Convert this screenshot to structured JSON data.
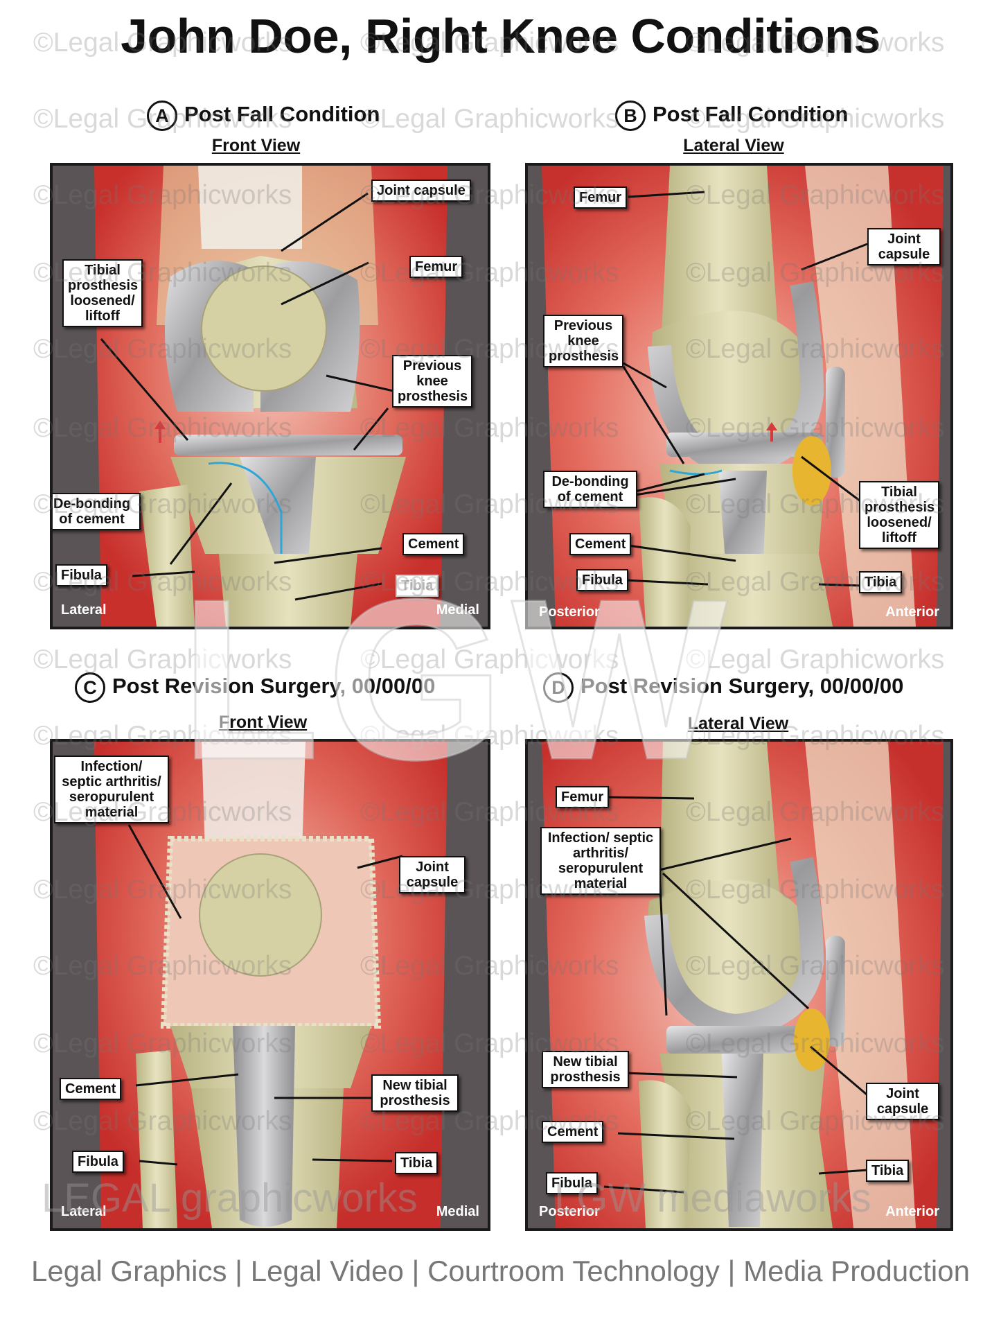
{
  "title": "John Doe, Right Knee Conditions",
  "panels": {
    "a": {
      "letter": "A",
      "title": "Post Fall Condition",
      "view": "Front View",
      "labels": {
        "joint_capsule": "Joint capsule",
        "femur": "Femur",
        "tibial_prosthesis": "Tibial prosthesis loosened/ liftoff",
        "previous_prosthesis": "Previous knee prosthesis",
        "debonding": "De-bonding of cement",
        "cement": "Cement",
        "fibula": "Fibula",
        "tibia": "Tibia"
      },
      "corners": {
        "left": "Lateral",
        "right": "Medial"
      }
    },
    "b": {
      "letter": "B",
      "title": "Post Fall Condition",
      "view": "Lateral View",
      "labels": {
        "femur": "Femur",
        "joint_capsule": "Joint capsule",
        "previous_prosthesis": "Previous knee prosthesis",
        "debonding": "De-bonding of cement",
        "tibial_prosthesis": "Tibial prosthesis loosened/ liftoff",
        "cement": "Cement",
        "fibula": "Fibula",
        "tibia": "Tibia"
      },
      "corners": {
        "left": "Posterior",
        "right": "Anterior"
      }
    },
    "c": {
      "letter": "C",
      "title": "Post Revision Surgery, 00/00/00",
      "view": "Front View",
      "labels": {
        "infection": "Infection/ septic arthritis/ seropurulent material",
        "joint_capsule": "Joint capsule",
        "cement": "Cement",
        "new_tibial": "New tibial prosthesis",
        "fibula": "Fibula",
        "tibia": "Tibia"
      },
      "corners": {
        "left": "Lateral",
        "right": "Medial"
      }
    },
    "d": {
      "letter": "D",
      "title": "Post Revision Surgery, 00/00/00",
      "view": "Lateral View",
      "labels": {
        "femur": "Femur",
        "infection": "Infection/ septic arthritis/ seropurulent material",
        "new_tibial": "New tibial prosthesis",
        "cement": "Cement",
        "joint_capsule": "Joint capsule",
        "fibula": "Fibula",
        "tibia": "Tibia"
      },
      "corners": {
        "left": "Posterior",
        "right": "Anterior"
      }
    }
  },
  "watermark": {
    "text": "©Legal Graphicworks",
    "big": "LGW",
    "bottom_left": "LEGAL graphicworks",
    "bottom_right": "LGW mediaworks"
  },
  "footer": "Legal Graphics | Legal Video | Courtroom Technology | Media Production",
  "colors": {
    "muscle_red": "#d9453f",
    "bone": "#d8d3a6",
    "metal": "#a9a9ab",
    "background_panel": "#5b5456",
    "cement_line": "#2fa6d6",
    "infection": "#e0e0b8"
  }
}
